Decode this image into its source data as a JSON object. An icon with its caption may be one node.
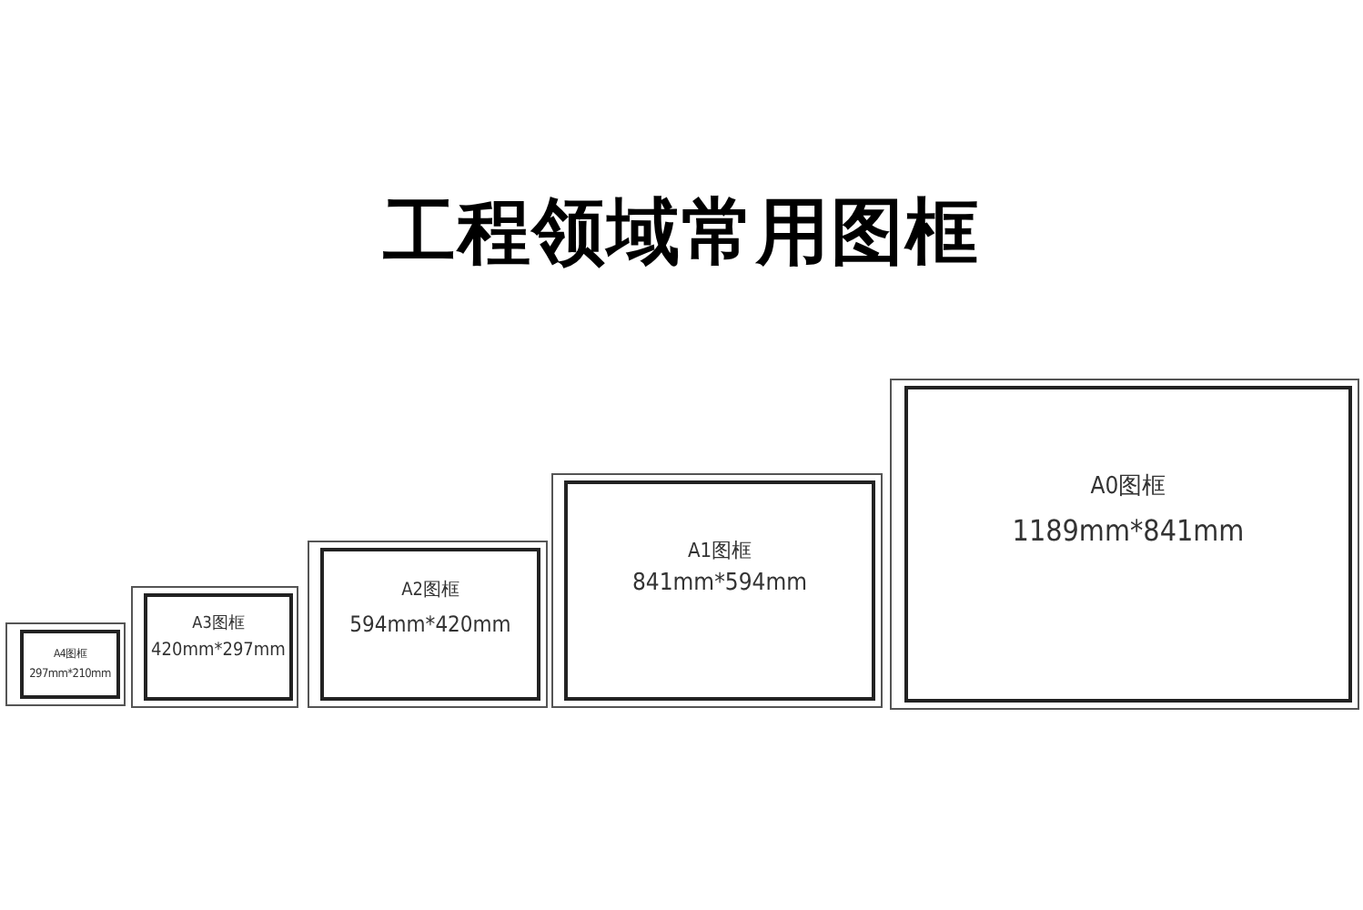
{
  "diagram": {
    "title": "工程领域常用图框",
    "nodes": [
      {
        "text": [
          "A4图框",
          "297mm*210mm"
        ]
      },
      {
        "text": [
          "A3图框",
          "420mm*297mm"
        ]
      },
      {
        "text": [
          "A2图框",
          "594mm*420mm"
        ]
      },
      {
        "text": [
          "A1图框",
          "841mm*594mm"
        ]
      },
      {
        "text": [
          "A0图框",
          "1189mm*841mm"
        ]
      }
    ]
  }
}
